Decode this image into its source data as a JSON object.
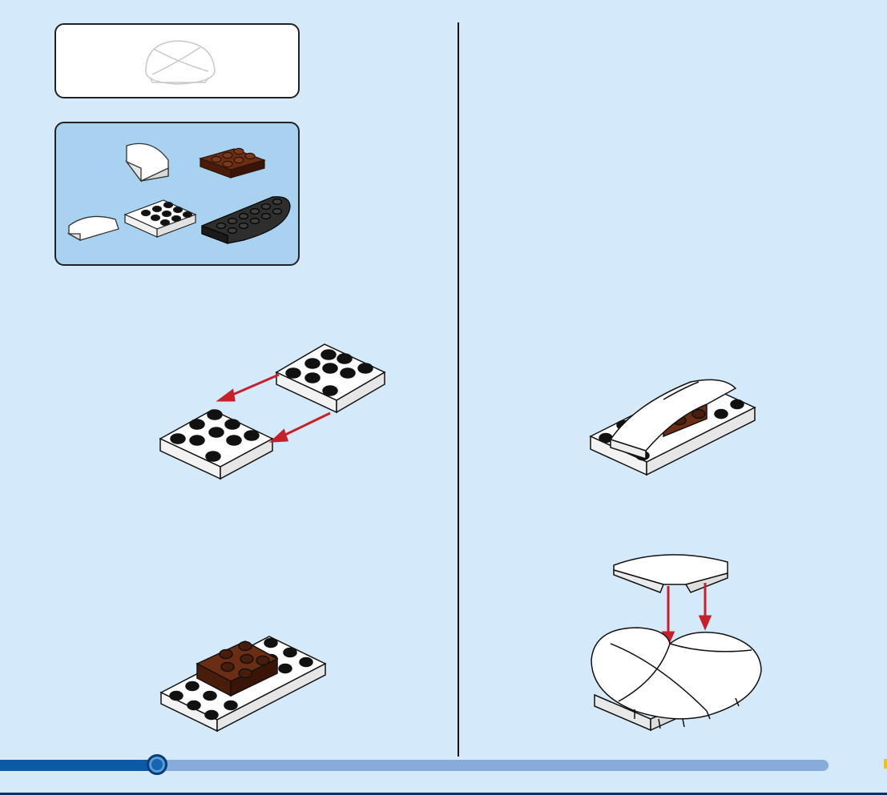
{
  "page": {
    "background": "#d4e9f9",
    "accent": "#0a5aa6",
    "arrow_color": "#c8202a"
  },
  "progress": {
    "fraction": 0.18
  },
  "icons": {
    "preview": "dome-assembly-icon",
    "parts": [
      "curved-slope-large",
      "brown-plate-2x3",
      "curved-slope-small",
      "white-plate-3x3",
      "black-curved-plate"
    ]
  },
  "steps": [
    "join-white-plates",
    "add-brown-plate",
    "add-curved-slopes",
    "attach-dome-top"
  ]
}
